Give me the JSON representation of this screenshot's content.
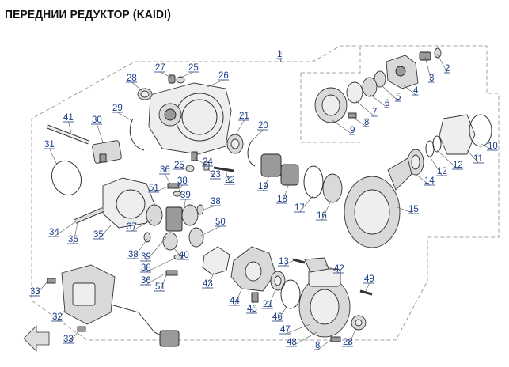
{
  "title": "ПЕРЕДНИИ РЕДУКТОР (KAIDI)",
  "callouts": [
    {
      "id": "c1",
      "label": "1"
    },
    {
      "id": "c2",
      "label": "2"
    },
    {
      "id": "c3",
      "label": "3"
    },
    {
      "id": "c4",
      "label": "4"
    },
    {
      "id": "c5",
      "label": "5"
    },
    {
      "id": "c6",
      "label": "6"
    },
    {
      "id": "c7",
      "label": "7"
    },
    {
      "id": "c8a",
      "label": "8"
    },
    {
      "id": "c9",
      "label": "9"
    },
    {
      "id": "c10",
      "label": "10"
    },
    {
      "id": "c11",
      "label": "11"
    },
    {
      "id": "c12a",
      "label": "12"
    },
    {
      "id": "c12b",
      "label": "12"
    },
    {
      "id": "c14",
      "label": "14"
    },
    {
      "id": "c15",
      "label": "15"
    },
    {
      "id": "c16",
      "label": "16"
    },
    {
      "id": "c17",
      "label": "17"
    },
    {
      "id": "c18",
      "label": "18"
    },
    {
      "id": "c19",
      "label": "19"
    },
    {
      "id": "c20",
      "label": "20"
    },
    {
      "id": "c21a",
      "label": "21"
    },
    {
      "id": "c22",
      "label": "22"
    },
    {
      "id": "c23",
      "label": "23"
    },
    {
      "id": "c24",
      "label": "24"
    },
    {
      "id": "c25a",
      "label": "25"
    },
    {
      "id": "c25b",
      "label": "25"
    },
    {
      "id": "c26",
      "label": "26"
    },
    {
      "id": "c27",
      "label": "27"
    },
    {
      "id": "c28a",
      "label": "28"
    },
    {
      "id": "c29",
      "label": "29"
    },
    {
      "id": "c30",
      "label": "30"
    },
    {
      "id": "c31",
      "label": "31"
    },
    {
      "id": "c32",
      "label": "32"
    },
    {
      "id": "c33a",
      "label": "33"
    },
    {
      "id": "c33b",
      "label": "33"
    },
    {
      "id": "c34",
      "label": "34"
    },
    {
      "id": "c35",
      "label": "35"
    },
    {
      "id": "c36a",
      "label": "36"
    },
    {
      "id": "c36b",
      "label": "36"
    },
    {
      "id": "c36c",
      "label": "36"
    },
    {
      "id": "c37",
      "label": "37"
    },
    {
      "id": "c38a",
      "label": "38"
    },
    {
      "id": "c38b",
      "label": "38"
    },
    {
      "id": "c38c",
      "label": "38"
    },
    {
      "id": "c38d",
      "label": "38"
    },
    {
      "id": "c39a",
      "label": "39"
    },
    {
      "id": "c39b",
      "label": "39"
    },
    {
      "id": "c40",
      "label": "40"
    },
    {
      "id": "c41",
      "label": "41"
    },
    {
      "id": "c42",
      "label": "42"
    },
    {
      "id": "c43",
      "label": "43"
    },
    {
      "id": "c44",
      "label": "44"
    },
    {
      "id": "c45",
      "label": "45"
    },
    {
      "id": "c46",
      "label": "46"
    },
    {
      "id": "c47",
      "label": "47"
    },
    {
      "id": "c48",
      "label": "48"
    },
    {
      "id": "c49",
      "label": "49"
    },
    {
      "id": "c50",
      "label": "50"
    },
    {
      "id": "c51a",
      "label": "51"
    },
    {
      "id": "c51b",
      "label": "51"
    },
    {
      "id": "c8b",
      "label": "8"
    },
    {
      "id": "c28b",
      "label": "28"
    },
    {
      "id": "c13",
      "label": "13"
    },
    {
      "id": "c21b",
      "label": "21"
    }
  ],
  "colors": {
    "callout": "#1a3d8a",
    "line": "#333333",
    "fill": "#d9d9d9"
  }
}
